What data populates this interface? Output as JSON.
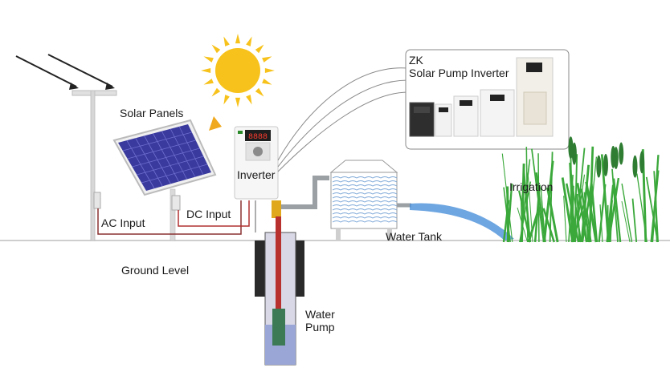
{
  "labels": {
    "solar_panels": "Solar Panels",
    "inverter": "Inverter",
    "ac_input": "AC Input",
    "dc_input": "DC Input",
    "ground_level": "Ground Level",
    "water_tank": "Water Tank",
    "irrigation": "Irrigation",
    "water_pump_line1": "Water",
    "water_pump_line2": "Pump"
  },
  "callout": {
    "brand": "ZK",
    "title": "Solar Pump Inverter"
  },
  "inverter_display": "8888",
  "colors": {
    "sun": "#f7c21b",
    "sun_arrow": "#f0a81c",
    "panel": "#3a3a9e",
    "pipe": "#9aa0a4",
    "water": "#4a90d9",
    "grass": "#3aa83a",
    "dc_wire": "#b03030",
    "ac_wire": "#8a3030",
    "well_casing": "#2b2b2b",
    "pump_shaft": "#b8312f",
    "pump_body": "#3c7a55",
    "well_water": "#9aa6d6"
  },
  "icons": [
    "sun-icon",
    "solar-panel-icon",
    "power-pole-icon",
    "inverter-icon",
    "water-tank-icon",
    "water-pump-icon",
    "grass-icon"
  ]
}
